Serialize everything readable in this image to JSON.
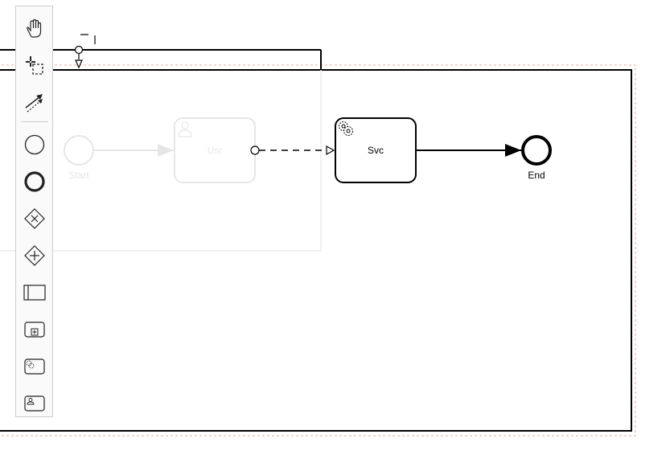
{
  "diagram": {
    "participant_outer_top_note": "",
    "start_event": {
      "label": "Start"
    },
    "user_task": {
      "label": "Usr"
    },
    "service_task": {
      "label": "Svc"
    },
    "end_event": {
      "label": "End"
    }
  },
  "palette": {
    "tools": [
      {
        "name": "hand-tool",
        "icon": "hand-icon"
      },
      {
        "name": "lasso-tool",
        "icon": "lasso-icon"
      },
      {
        "name": "global-connect-tool",
        "icon": "connect-arrow-icon"
      },
      {
        "name": "create-start-event",
        "icon": "start-event-icon"
      },
      {
        "name": "create-end-event",
        "icon": "end-event-icon"
      },
      {
        "name": "create-exclusive-gateway",
        "icon": "exclusive-gateway-icon"
      },
      {
        "name": "create-parallel-gateway",
        "icon": "parallel-gateway-icon"
      },
      {
        "name": "create-participant",
        "icon": "participant-icon"
      },
      {
        "name": "create-subprocess",
        "icon": "subprocess-icon"
      },
      {
        "name": "create-service-task",
        "icon": "service-task-icon"
      },
      {
        "name": "create-user-task",
        "icon": "user-task-icon"
      }
    ]
  },
  "colors": {
    "stroke": "#000000",
    "faded": "#e6e6e6",
    "selection": "#e8a7a7",
    "palette_bg": "#fafafa"
  }
}
